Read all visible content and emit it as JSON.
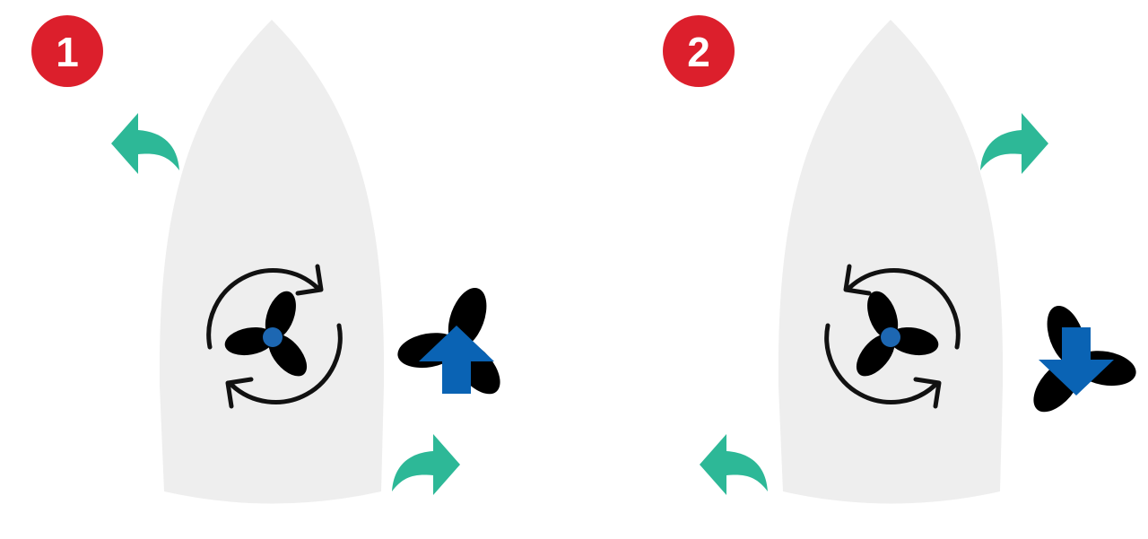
{
  "colors": {
    "background": "#ffffff",
    "hull": "#eeeeee",
    "badge": "#dc1f2c",
    "badge_text": "#ffffff",
    "turn_arrow": "#2db897",
    "thrust_arrow": "#0a63b4",
    "propeller_light": "#b9d8f3",
    "propeller_mid": "#6fb0e8",
    "propeller_hub": "#1d67b2",
    "rotation_ring": "#111111"
  },
  "panels": [
    {
      "step": "1",
      "rotation": "clockwise",
      "thrust_direction": "forward",
      "bow_turn": "port",
      "stern_turn": "starboard",
      "icons": [
        "hull-icon",
        "rotation-cw-icon",
        "propeller-icon",
        "thrust-up-arrow-icon",
        "bow-turn-left-arrow-icon",
        "stern-turn-right-arrow-icon"
      ]
    },
    {
      "step": "2",
      "rotation": "counterclockwise",
      "thrust_direction": "reverse",
      "bow_turn": "starboard",
      "stern_turn": "port",
      "icons": [
        "hull-icon",
        "rotation-ccw-icon",
        "propeller-icon",
        "thrust-down-arrow-icon",
        "bow-turn-right-arrow-icon",
        "stern-turn-left-arrow-icon"
      ]
    }
  ]
}
